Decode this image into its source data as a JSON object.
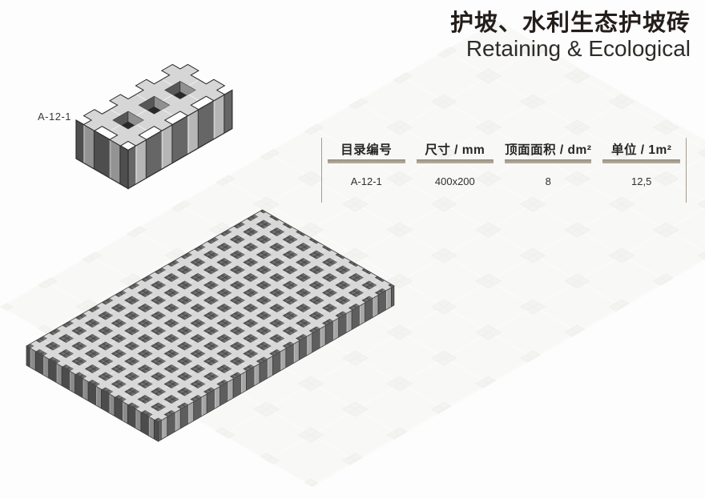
{
  "header": {
    "title_zh": "护坡、水利生态护坡砖",
    "title_en": "Retaining & Ecological"
  },
  "figure": {
    "brick_label": "A-12-1"
  },
  "table": {
    "columns": [
      "目录编号",
      "尺寸 / mm",
      "顶面面积 / dm²",
      "单位 / 1m²"
    ],
    "rows": [
      [
        "A-12-1",
        "400x200",
        "8",
        "12,5"
      ]
    ]
  },
  "colors": {
    "background": "#fdfdfd",
    "title": "#241e1b",
    "subtitle": "#2e2c29",
    "text": "#303030",
    "table_border": "#a49d90",
    "table_bar": "#a9a295",
    "brick_top": "#d6d6d6",
    "brick_hole_dark": "#3c3c3c",
    "brick_hole_light": "#8f8f8f",
    "brick_side_column": "#b6b6b6",
    "brick_side_gap": "#666666",
    "mat_top": "#d8d8d8",
    "mat_side_column": "#a6a6a6",
    "mat_side_gap": "#5e5e5e",
    "watermark_fill": "#f4f4f1",
    "watermark_hole": "#eaeae6"
  }
}
